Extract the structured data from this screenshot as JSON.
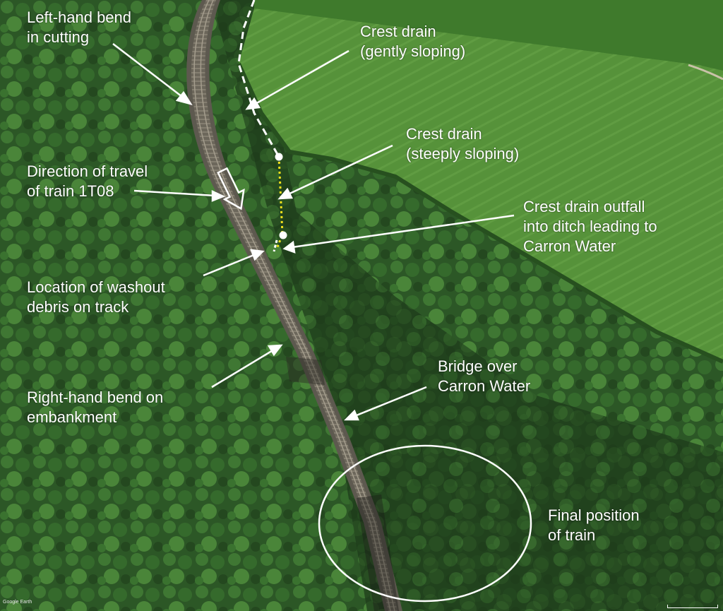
{
  "colors": {
    "forest_dark": "#1f3f1d",
    "forest_mid": "#2f5e27",
    "forest_light": "#4d8a3a",
    "field": "#4e8a35",
    "field_light": "#67a043",
    "track": "#6e6a5e",
    "rail": "#9a9486",
    "label_text": "#ffffff",
    "arrow": "#ffffff",
    "drain_steep": "#f2e21c",
    "drain_gentle": "#ffffff"
  },
  "labels": {
    "left_bend": [
      "Left-hand bend",
      "in cutting"
    ],
    "direction": [
      "Direction of travel",
      "of train 1T08"
    ],
    "washout": [
      "Location of washout",
      "debris on track"
    ],
    "right_bend": [
      "Right-hand bend on",
      "embankment"
    ],
    "crest_gentle": [
      "Crest drain",
      "(gently sloping)"
    ],
    "crest_steep": [
      "Crest drain",
      "(steeply sloping)"
    ],
    "outfall": [
      "Crest drain outfall",
      "into ditch leading to",
      "Carron Water"
    ],
    "bridge": [
      "Bridge over",
      "Carron Water"
    ],
    "final_position": [
      "Final position",
      "of train"
    ]
  },
  "credit": "Google Earth"
}
